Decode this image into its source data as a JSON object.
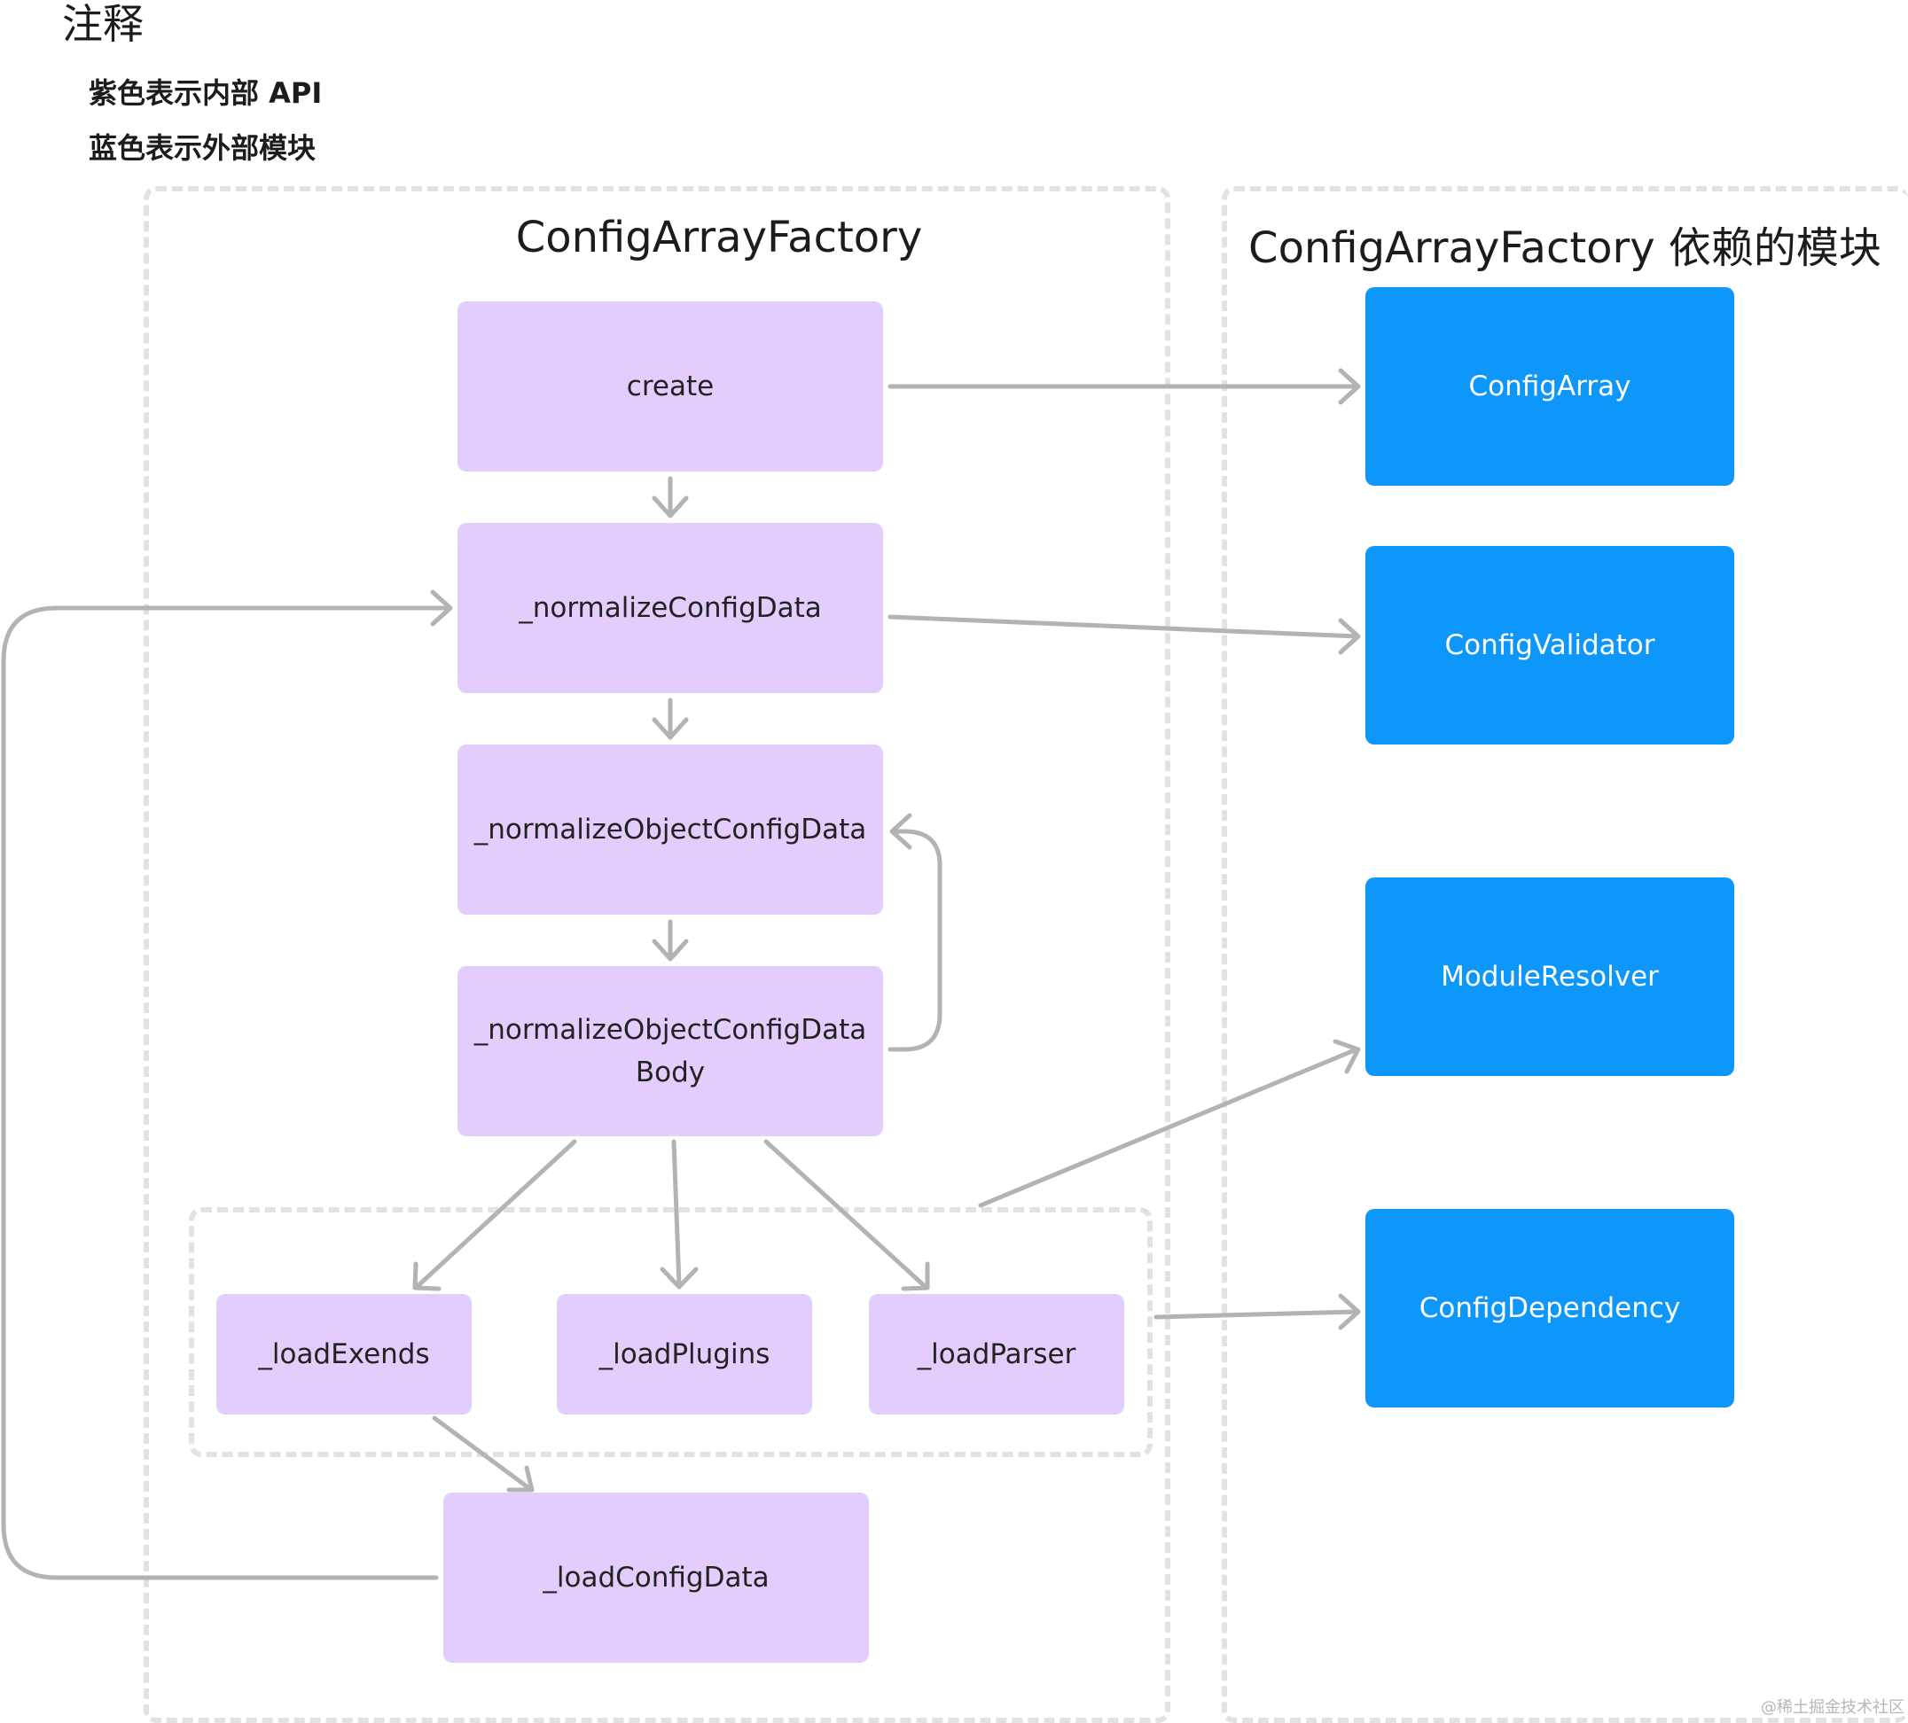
{
  "legend": {
    "title": "注释",
    "internal_label": "紫色表示内部 API",
    "external_label": "蓝色表示外部模块"
  },
  "frames": {
    "factory_title": "ConfigArrayFactory",
    "deps_title": "ConfigArrayFactory 依赖的模块"
  },
  "nodes": {
    "create": "create",
    "normalize_config_data": "_normalizeConfigData",
    "normalize_object_config_data": "_normalizeObjectConfigData",
    "normalize_object_config_data_body": "_normalizeObjectConfigData\nBody",
    "load_exends": "_loadExends",
    "load_plugins": "_loadPlugins",
    "load_parser": "_loadParser",
    "load_config_data": "_loadConfigData",
    "config_array": "ConfigArray",
    "config_validator": "ConfigValidator",
    "module_resolver": "ModuleResolver",
    "config_dependency": "ConfigDependency"
  },
  "colors": {
    "internal": "#e3cdfd",
    "external": "#0d97fb",
    "arrow": "#b3b3b3",
    "frame_border": "#e2e2e2"
  },
  "watermark": "@稀土掘金技术社区"
}
